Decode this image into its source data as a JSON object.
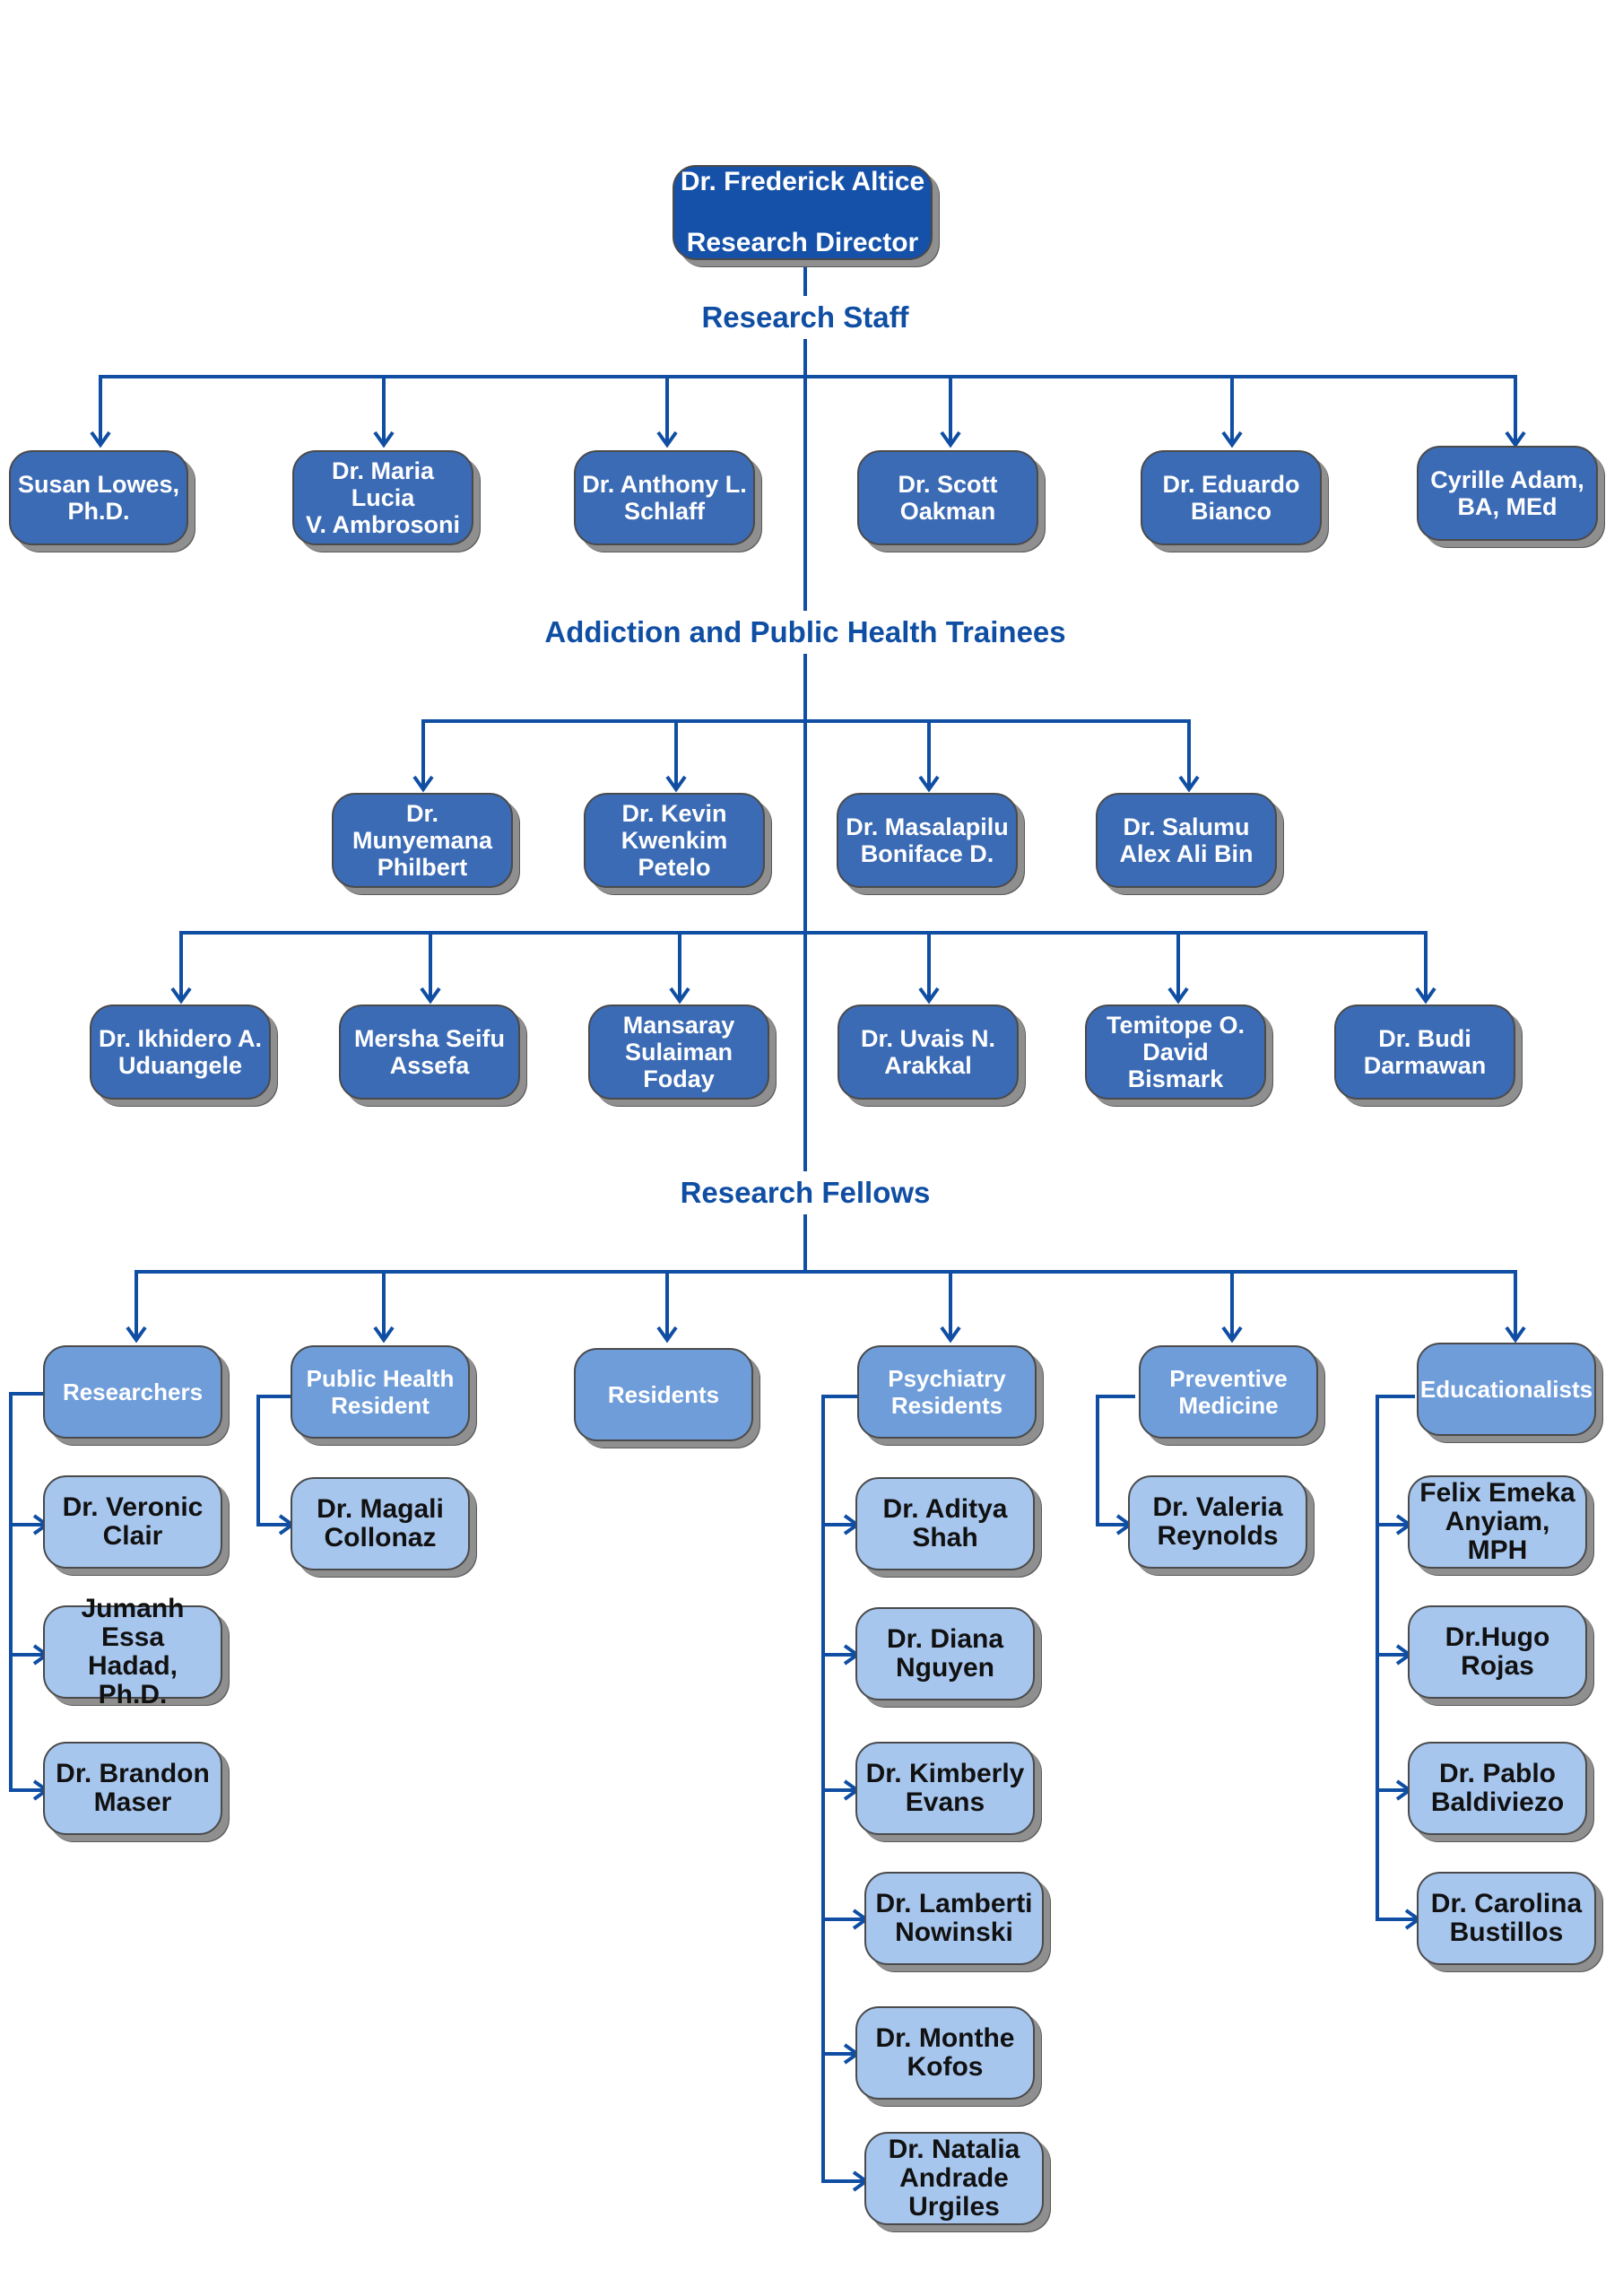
{
  "director": {
    "name": "Dr. Frederick Altice",
    "title": "Research Director"
  },
  "sections": {
    "staff": "Research Staff",
    "trainees": "Addiction and Public Health Trainees",
    "fellows": "Research Fellows"
  },
  "research_staff": [
    "Susan Lowes,\nPh.D.",
    "Dr. Maria\nLucia\nV. Ambrosoni",
    "Dr. Anthony L.\nSchlaff",
    "Dr. Scott\nOakman",
    "Dr. Eduardo\nBianco",
    "Cyrille Adam,\nBA, MEd"
  ],
  "trainees_row1": [
    "Dr. Munyemana\nPhilbert",
    "Dr. Kevin\nKwenkim\nPetelo",
    "Dr. Masalapilu\nBoniface D.",
    "Dr. Salumu\nAlex Ali Bin"
  ],
  "trainees_row2": [
    "Dr. Ikhidero A.\nUduangele",
    "Mersha Seifu\nAssefa",
    "Mansaray\nSulaiman\nFoday",
    "Dr. Uvais N.\nArakkal",
    "Temitope O.\nDavid Bismark",
    "Dr. Budi\nDarmawan"
  ],
  "fellow_groups": [
    {
      "label": "Researchers",
      "members": [
        "Dr. Veronic\nClair",
        "Jumanh Essa\nHadad, Ph.D.",
        "Dr. Brandon\nMaser"
      ]
    },
    {
      "label": "Public Health\nResident",
      "members": [
        "Dr. Magali\nCollonaz"
      ]
    },
    {
      "label": "Residents",
      "members": []
    },
    {
      "label": "Psychiatry\nResidents",
      "members": [
        "Dr. Aditya\nShah",
        "Dr. Diana\nNguyen",
        "Dr. Kimberly\nEvans",
        "Dr. Lamberti\nNowinski",
        "Dr. Monthe\nKofos",
        "Dr. Natalia\nAndrade\nUrgiles"
      ]
    },
    {
      "label": "Preventive\nMedicine",
      "members": [
        "Dr. Valeria\nReynolds"
      ]
    },
    {
      "label": "Educationalists",
      "members": [
        "Felix Emeka\nAnyiam, MPH",
        "Dr.Hugo\nRojas",
        "Dr. Pablo\nBaldiviezo",
        "Dr. Carolina\nBustillos"
      ]
    }
  ],
  "colors": {
    "line": "#0f4ea3",
    "director": "#1551a8",
    "staff": "#3b6bb5",
    "group": "#6f9dd9",
    "leaf": "#a7c6ee"
  }
}
